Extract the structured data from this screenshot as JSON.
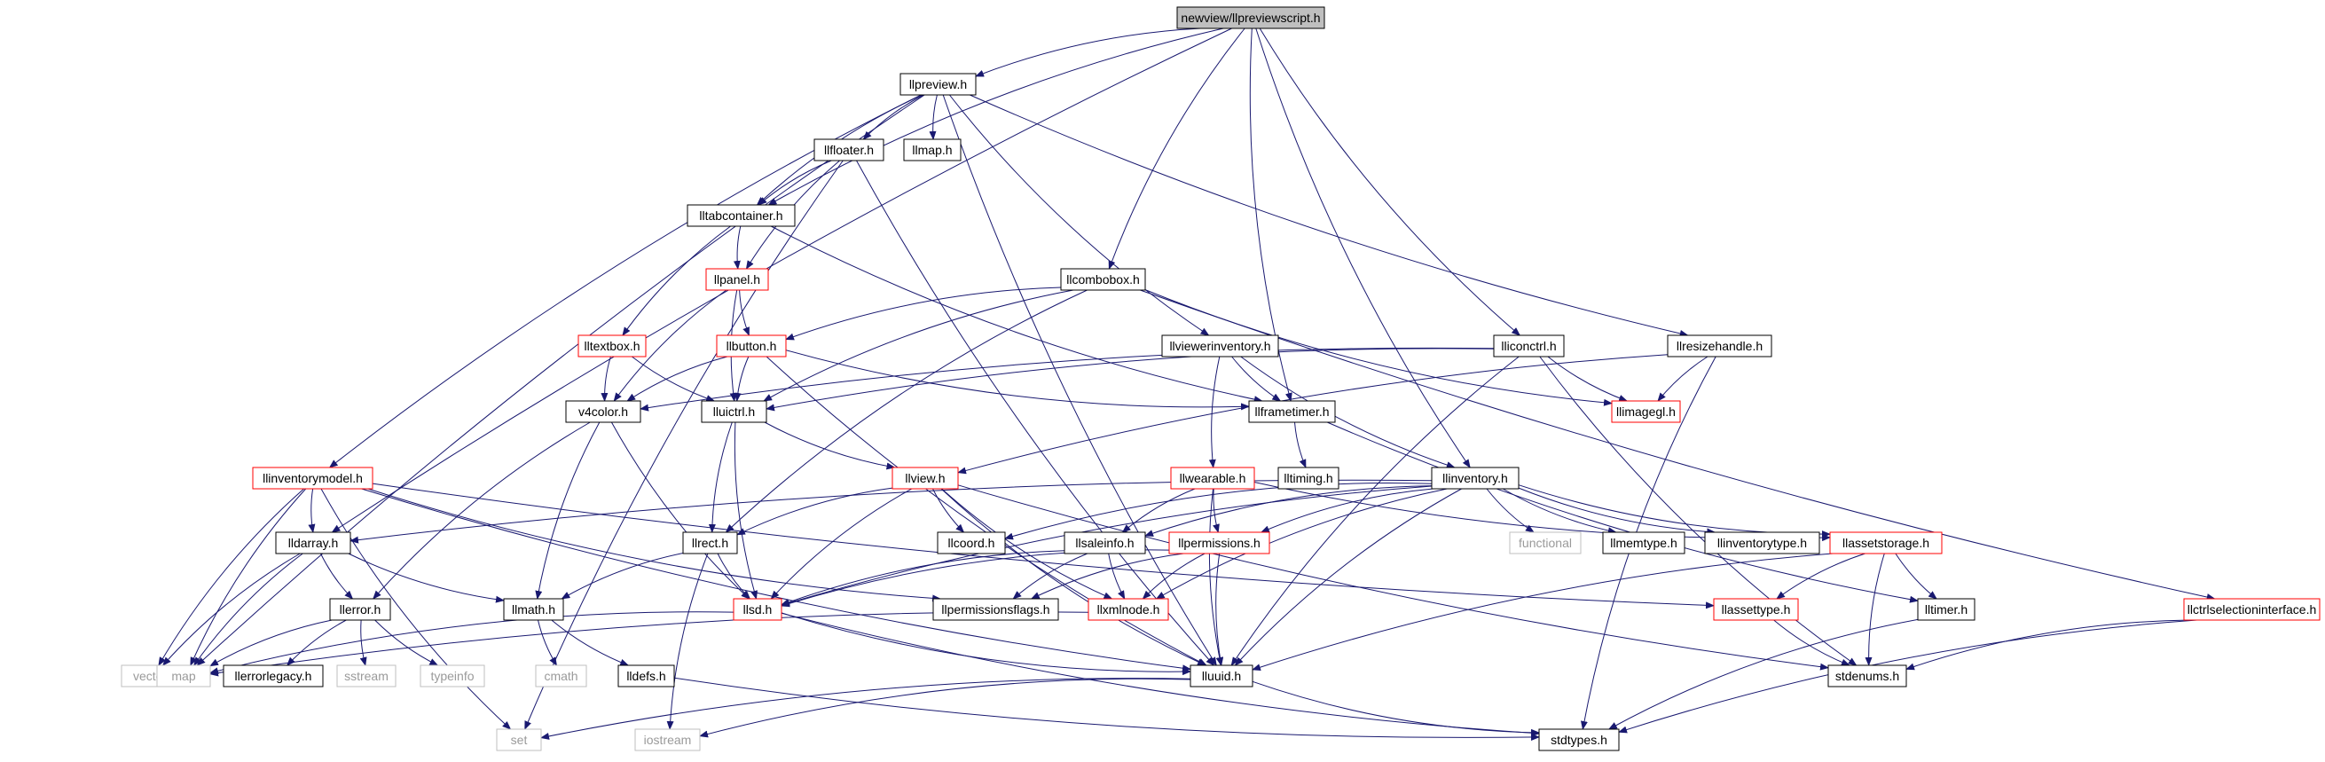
{
  "graph": {
    "root": "newview/llpreviewscript.h",
    "nodes": [
      {
        "id": "root",
        "label": "newview/llpreviewscript.h",
        "kind": "root"
      },
      {
        "id": "llpreview",
        "label": "llpreview.h",
        "kind": "normal"
      },
      {
        "id": "llfloater",
        "label": "llfloater.h",
        "kind": "normal"
      },
      {
        "id": "llmap",
        "label": "llmap.h",
        "kind": "normal"
      },
      {
        "id": "lltabcontainer",
        "label": "lltabcontainer.h",
        "kind": "normal"
      },
      {
        "id": "llpanel",
        "label": "llpanel.h",
        "kind": "red"
      },
      {
        "id": "llcombobox",
        "label": "llcombobox.h",
        "kind": "normal"
      },
      {
        "id": "lltextbox",
        "label": "lltextbox.h",
        "kind": "red"
      },
      {
        "id": "llbutton",
        "label": "llbutton.h",
        "kind": "red"
      },
      {
        "id": "llviewerinventory",
        "label": "llviewerinventory.h",
        "kind": "normal"
      },
      {
        "id": "lliconctrl",
        "label": "lliconctrl.h",
        "kind": "normal"
      },
      {
        "id": "llresizehandle",
        "label": "llresizehandle.h",
        "kind": "normal"
      },
      {
        "id": "v4color",
        "label": "v4color.h",
        "kind": "normal"
      },
      {
        "id": "lluictrl",
        "label": "lluictrl.h",
        "kind": "normal"
      },
      {
        "id": "llframetimer",
        "label": "llframetimer.h",
        "kind": "normal"
      },
      {
        "id": "llimagegl",
        "label": "llimagegl.h",
        "kind": "red"
      },
      {
        "id": "llinventorymodel",
        "label": "llinventorymodel.h",
        "kind": "red"
      },
      {
        "id": "llview",
        "label": "llview.h",
        "kind": "red"
      },
      {
        "id": "llwearable",
        "label": "llwearable.h",
        "kind": "red"
      },
      {
        "id": "lltiming",
        "label": "lltiming.h",
        "kind": "normal"
      },
      {
        "id": "llinventory",
        "label": "llinventory.h",
        "kind": "normal"
      },
      {
        "id": "lldarray",
        "label": "lldarray.h",
        "kind": "normal"
      },
      {
        "id": "llrect",
        "label": "llrect.h",
        "kind": "normal"
      },
      {
        "id": "llcoord",
        "label": "llcoord.h",
        "kind": "normal"
      },
      {
        "id": "llsaleinfo",
        "label": "llsaleinfo.h",
        "kind": "normal"
      },
      {
        "id": "llpermissions",
        "label": "llpermissions.h",
        "kind": "red"
      },
      {
        "id": "functional",
        "label": "functional",
        "kind": "system"
      },
      {
        "id": "llmemtype",
        "label": "llmemtype.h",
        "kind": "normal"
      },
      {
        "id": "llinventorytype",
        "label": "llinventorytype.h",
        "kind": "normal"
      },
      {
        "id": "llassetstorage",
        "label": "llassetstorage.h",
        "kind": "red"
      },
      {
        "id": "llerror",
        "label": "llerror.h",
        "kind": "normal"
      },
      {
        "id": "llmath",
        "label": "llmath.h",
        "kind": "normal"
      },
      {
        "id": "llsd",
        "label": "llsd.h",
        "kind": "red"
      },
      {
        "id": "llpermissionsflags",
        "label": "llpermissionsflags.h",
        "kind": "normal"
      },
      {
        "id": "llxmlnode",
        "label": "llxmlnode.h",
        "kind": "red"
      },
      {
        "id": "llassettype",
        "label": "llassettype.h",
        "kind": "red"
      },
      {
        "id": "lltimer",
        "label": "lltimer.h",
        "kind": "normal"
      },
      {
        "id": "llctrlselectioninterface",
        "label": "llctrlselectioninterface.h",
        "kind": "red"
      },
      {
        "id": "vector",
        "label": "vector",
        "kind": "system"
      },
      {
        "id": "map",
        "label": "map",
        "kind": "system"
      },
      {
        "id": "llerrorlegacy",
        "label": "llerrorlegacy.h",
        "kind": "normal"
      },
      {
        "id": "sstream",
        "label": "sstream",
        "kind": "system"
      },
      {
        "id": "typeinfo",
        "label": "typeinfo",
        "kind": "system"
      },
      {
        "id": "cmath",
        "label": "cmath",
        "kind": "system"
      },
      {
        "id": "lldefs",
        "label": "lldefs.h",
        "kind": "normal"
      },
      {
        "id": "lluuid",
        "label": "lluuid.h",
        "kind": "normal"
      },
      {
        "id": "stdenums",
        "label": "stdenums.h",
        "kind": "normal"
      },
      {
        "id": "set",
        "label": "set",
        "kind": "system"
      },
      {
        "id": "iostream",
        "label": "iostream",
        "kind": "system"
      },
      {
        "id": "stdtypes",
        "label": "stdtypes.h",
        "kind": "normal"
      }
    ],
    "edges": [
      [
        "root",
        "llpreview"
      ],
      [
        "root",
        "lldarray"
      ],
      [
        "root",
        "lltabcontainer"
      ],
      [
        "root",
        "llcombobox"
      ],
      [
        "root",
        "llframetimer"
      ],
      [
        "root",
        "llinventory"
      ],
      [
        "root",
        "lliconctrl"
      ],
      [
        "llpreview",
        "llfloater"
      ],
      [
        "llpreview",
        "llmap"
      ],
      [
        "llpreview",
        "lltabcontainer"
      ],
      [
        "llpreview",
        "llinventorymodel"
      ],
      [
        "llpreview",
        "map"
      ],
      [
        "llpreview",
        "llviewerinventory"
      ],
      [
        "llpreview",
        "llresizehandle"
      ],
      [
        "llpreview",
        "lluuid"
      ],
      [
        "llfloater",
        "lltabcontainer"
      ],
      [
        "llfloater",
        "llpanel"
      ],
      [
        "llfloater",
        "lluuid"
      ],
      [
        "llfloater",
        "set"
      ],
      [
        "lltabcontainer",
        "llpanel"
      ],
      [
        "lltabcontainer",
        "lltextbox"
      ],
      [
        "lltabcontainer",
        "llframetimer"
      ],
      [
        "llpanel",
        "llbutton"
      ],
      [
        "llpanel",
        "v4color"
      ],
      [
        "llpanel",
        "lluictrl"
      ],
      [
        "llcombobox",
        "llbutton"
      ],
      [
        "llcombobox",
        "lluictrl"
      ],
      [
        "llcombobox",
        "llrect"
      ],
      [
        "llcombobox",
        "llimagegl"
      ],
      [
        "llcombobox",
        "llctrlselectioninterface"
      ],
      [
        "lltextbox",
        "v4color"
      ],
      [
        "lltextbox",
        "lluictrl"
      ],
      [
        "llbutton",
        "v4color"
      ],
      [
        "llbutton",
        "lluictrl"
      ],
      [
        "llbutton",
        "llframetimer"
      ],
      [
        "llbutton",
        "lluuid"
      ],
      [
        "llviewerinventory",
        "llframetimer"
      ],
      [
        "llviewerinventory",
        "llwearable"
      ],
      [
        "llviewerinventory",
        "llinventory"
      ],
      [
        "lliconctrl",
        "v4color"
      ],
      [
        "lliconctrl",
        "lluictrl"
      ],
      [
        "lliconctrl",
        "llimagegl"
      ],
      [
        "lliconctrl",
        "lluuid"
      ],
      [
        "lliconctrl",
        "stdenums"
      ],
      [
        "llresizehandle",
        "llimagegl"
      ],
      [
        "llresizehandle",
        "llview"
      ],
      [
        "llresizehandle",
        "stdtypes"
      ],
      [
        "v4color",
        "llerror"
      ],
      [
        "v4color",
        "llmath"
      ],
      [
        "v4color",
        "llsd"
      ],
      [
        "lluictrl",
        "llview"
      ],
      [
        "lluictrl",
        "llrect"
      ],
      [
        "lluictrl",
        "llsd"
      ],
      [
        "llframetimer",
        "lltiming"
      ],
      [
        "llframetimer",
        "lltimer"
      ],
      [
        "llinventorymodel",
        "lldarray"
      ],
      [
        "llinventorymodel",
        "vector"
      ],
      [
        "llinventorymodel",
        "map"
      ],
      [
        "llinventorymodel",
        "set"
      ],
      [
        "llinventorymodel",
        "llpermissionsflags"
      ],
      [
        "llinventorymodel",
        "lluuid"
      ],
      [
        "llinventorymodel",
        "llassettype"
      ],
      [
        "llview",
        "llrect"
      ],
      [
        "llview",
        "llcoord"
      ],
      [
        "llview",
        "llsd"
      ],
      [
        "llview",
        "llxmlnode"
      ],
      [
        "llview",
        "stdenums"
      ],
      [
        "llview",
        "lluuid"
      ],
      [
        "llwearable",
        "llsaleinfo"
      ],
      [
        "llwearable",
        "llpermissions"
      ],
      [
        "llwearable",
        "lluuid"
      ],
      [
        "llwearable",
        "llassetstorage"
      ],
      [
        "llinventory",
        "lldarray"
      ],
      [
        "llinventory",
        "llcoord"
      ],
      [
        "llinventory",
        "llsaleinfo"
      ],
      [
        "llinventory",
        "llpermissions"
      ],
      [
        "llinventory",
        "functional"
      ],
      [
        "llinventory",
        "llmemtype"
      ],
      [
        "llinventory",
        "llinventorytype"
      ],
      [
        "llinventory",
        "llassetstorage"
      ],
      [
        "llinventory",
        "llsd"
      ],
      [
        "llinventory",
        "llxmlnode"
      ],
      [
        "llinventory",
        "lluuid"
      ],
      [
        "lldarray",
        "llerror"
      ],
      [
        "lldarray",
        "llmath"
      ],
      [
        "lldarray",
        "vector"
      ],
      [
        "lldarray",
        "map"
      ],
      [
        "llrect",
        "llmath"
      ],
      [
        "llrect",
        "llsd"
      ],
      [
        "llrect",
        "iostream"
      ],
      [
        "llsaleinfo",
        "llsd"
      ],
      [
        "llsaleinfo",
        "llpermissionsflags"
      ],
      [
        "llsaleinfo",
        "llxmlnode"
      ],
      [
        "llpermissions",
        "llsd"
      ],
      [
        "llpermissions",
        "llpermissionsflags"
      ],
      [
        "llpermissions",
        "llxmlnode"
      ],
      [
        "llpermissions",
        "lluuid"
      ],
      [
        "llassetstorage",
        "llassettype"
      ],
      [
        "llassetstorage",
        "lltimer"
      ],
      [
        "llassetstorage",
        "stdenums"
      ],
      [
        "llassetstorage",
        "lluuid"
      ],
      [
        "llerror",
        "llerrorlegacy"
      ],
      [
        "llerror",
        "sstream"
      ],
      [
        "llerror",
        "typeinfo"
      ],
      [
        "llerror",
        "map"
      ],
      [
        "llmath",
        "cmath"
      ],
      [
        "llmath",
        "lldefs"
      ],
      [
        "llsd",
        "map"
      ],
      [
        "llsd",
        "lluuid"
      ],
      [
        "llsd",
        "stdtypes"
      ],
      [
        "llxmlnode",
        "map"
      ],
      [
        "llassettype",
        "stdenums"
      ],
      [
        "lltimer",
        "stdtypes"
      ],
      [
        "llctrlselectioninterface",
        "stdenums"
      ],
      [
        "llctrlselectioninterface",
        "stdtypes"
      ],
      [
        "lldefs",
        "stdtypes"
      ],
      [
        "lluuid",
        "set"
      ],
      [
        "lluuid",
        "iostream"
      ],
      [
        "lluuid",
        "stdtypes"
      ]
    ]
  },
  "style": {
    "edge_color": "#191970",
    "box_border": "#000000",
    "red_border": "#ff0000",
    "system_border": "#bfbfbf",
    "root_fill": "#bfbfbf",
    "system_text": "#9a9a9a"
  }
}
